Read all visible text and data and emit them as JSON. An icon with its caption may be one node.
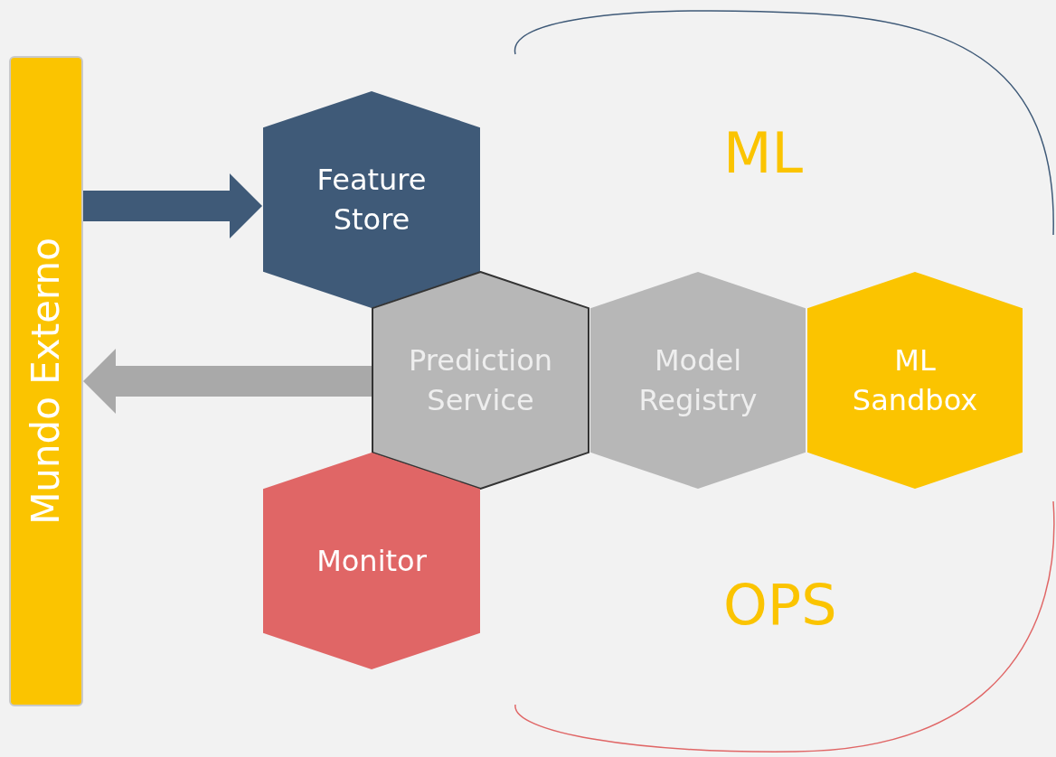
{
  "diagram": {
    "nodes": [
      {
        "text": [
          "Mundo Externo"
        ]
      },
      {
        "text": [
          "Feature Store"
        ]
      },
      {
        "text": [
          "Prediction Service"
        ]
      },
      {
        "text": [
          "Model Registry"
        ]
      },
      {
        "text": [
          "ML Sandbox"
        ]
      },
      {
        "text": [
          "Monitor"
        ]
      }
    ],
    "edges": [
      {
        "from": 0,
        "to": 1,
        "arrow": "to",
        "color": "#3f5a78"
      },
      {
        "from": 2,
        "to": 0,
        "arrow": "to",
        "color": "#a9a9a9"
      }
    ],
    "labels": [
      "ML",
      "OPS"
    ]
  }
}
